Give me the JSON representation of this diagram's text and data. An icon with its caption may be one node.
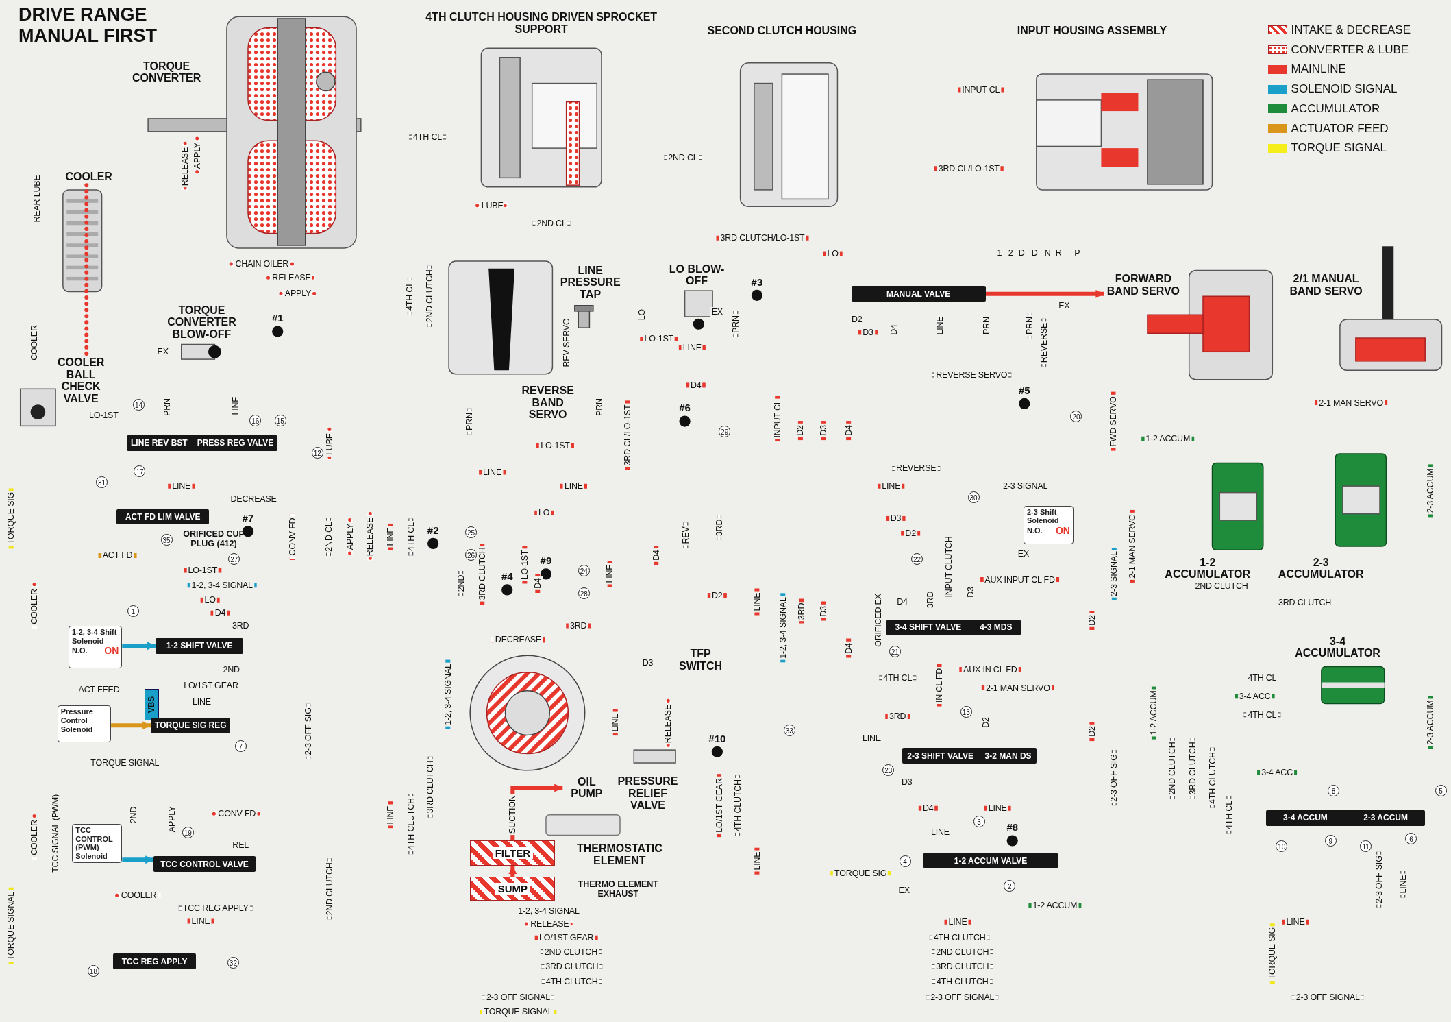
{
  "diagram": {
    "title": "DRIVE RANGE MANUAL FIRST",
    "nodes": [
      {
        "text": [
          "TORQUE CONVERTER"
        ]
      },
      {
        "text": [
          "4TH CLUTCH HOUSING DRIVEN SPROCKET SUPPORT"
        ]
      },
      {
        "text": [
          "SECOND CLUTCH HOUSING"
        ]
      },
      {
        "text": [
          "INPUT HOUSING ASSEMBLY"
        ]
      },
      {
        "text": [
          "COOLER"
        ]
      },
      {
        "text": [
          "COOLER BALL CHECK VALVE"
        ]
      },
      {
        "text": [
          "TORQUE CONVERTER BLOW-OFF"
        ]
      },
      {
        "text": [
          "REVERSE BAND SERVO"
        ]
      },
      {
        "text": [
          "LINE PRESSURE TAP"
        ]
      },
      {
        "text": [
          "LO BLOW-OFF"
        ]
      },
      {
        "text": [
          "MANUAL VALVE"
        ]
      },
      {
        "text": [
          "FORWARD BAND SERVO"
        ]
      },
      {
        "text": [
          "2/1 MANUAL BAND SERVO"
        ]
      },
      {
        "text": [
          "LINE REV BST",
          "PRESS REG VALVE"
        ]
      },
      {
        "text": [
          "ACT FD LIM VALVE"
        ]
      },
      {
        "text": [
          "1-2, 3-4 Shift Solenoid",
          "N.O.",
          "ON"
        ]
      },
      {
        "text": [
          "1-2 SHIFT VALVE"
        ]
      },
      {
        "text": [
          "Pressure Control Solenoid"
        ]
      },
      {
        "text": [
          "VBS"
        ]
      },
      {
        "text": [
          "TORQUE SIG REG"
        ]
      },
      {
        "text": [
          "TCC CONTROL (PWM) Solenoid"
        ]
      },
      {
        "text": [
          "TCC CONTROL VALVE"
        ]
      },
      {
        "text": [
          "TCC REG APPLY"
        ]
      },
      {
        "text": [
          "OIL PUMP"
        ]
      },
      {
        "text": [
          "FILTER"
        ]
      },
      {
        "text": [
          "SUMP"
        ]
      },
      {
        "text": [
          "THERMOSTATIC ELEMENT"
        ]
      },
      {
        "text": [
          "PRESSURE RELIEF VALVE"
        ]
      },
      {
        "text": [
          "TFP SWITCH"
        ]
      },
      {
        "text": [
          "2-3 Shift Solenoid",
          "N.O.",
          "ON"
        ]
      },
      {
        "text": [
          "3-4 SHIFT VALVE",
          "4-3 MDS"
        ]
      },
      {
        "text": [
          "2-3 SHIFT VALVE",
          "3-2 MAN DS"
        ]
      },
      {
        "text": [
          "1-2 ACCUM VALVE"
        ]
      },
      {
        "text": [
          "1-2 ACCUMULATOR"
        ]
      },
      {
        "text": [
          "2-3 ACCUMULATOR"
        ]
      },
      {
        "text": [
          "3-4 ACCUMULATOR"
        ]
      },
      {
        "text": [
          "3-4 ACCUM",
          "2-3 ACCUM"
        ]
      }
    ],
    "edges": [
      {
        "from": 4,
        "to": 5,
        "arrow": "none",
        "style": "dashed"
      },
      {
        "from": 10,
        "to": 11,
        "arrow": "to"
      },
      {
        "from": 15,
        "to": 16,
        "arrow": "to",
        "color": "#1a9fc9"
      },
      {
        "from": 17,
        "to": 19,
        "arrow": "to",
        "color": "#d9961a"
      },
      {
        "from": 20,
        "to": 21,
        "arrow": "to",
        "color": "#1a9fc9"
      },
      {
        "from": 25,
        "to": 24,
        "arrow": "to"
      },
      {
        "from": 24,
        "to": 23,
        "arrow": "to",
        "label": "SUCTION"
      }
    ],
    "labels": [
      "REAR LUBE",
      "COOLER",
      "TORQUE SIG",
      "COOLER",
      "COOLER",
      "TCC SIGNAL (PWM)",
      "TORQUE SIGNAL",
      "RELEASE",
      "APPLY",
      "CHAIN OILER",
      "RELEASE",
      "APPLY",
      "4TH CL",
      "LUBE",
      "2ND CL",
      "2ND CL",
      "INPUT CL",
      "3RD CL/LO-1ST",
      "3RD CLUTCH/LO-1ST",
      "LO",
      "1",
      "2",
      "D",
      "D",
      "N",
      "R",
      "P",
      "LO-1ST",
      "PRN",
      "LINE",
      "LUBE",
      "4TH CL",
      "2ND CLUTCH",
      "REV SERVO",
      "LO",
      "LO-1ST",
      "LINE",
      "PRN",
      "D2",
      "D3",
      "D4",
      "LINE",
      "PRN",
      "PRN",
      "REVERSE",
      "REVERSE SERVO",
      "D4",
      "FWD SERVO",
      "2-1 MAN SERVO",
      "INPUT CL",
      "D2",
      "D3",
      "D4",
      "PRN",
      "PRN",
      "3RD CL/LO-1ST",
      "LO-1ST",
      "REVERSE",
      "LINE",
      "LINE",
      "LINE",
      "LINE",
      "2-3 SIGNAL",
      "DECREASE",
      "ACT FD",
      "LO-1ST",
      "1-2, 3-4 SIGNAL",
      "LO",
      "D4",
      "3RD",
      "2ND",
      "LO/1ST GEAR",
      "ACT FEED",
      "LINE",
      "TORQUE SIGNAL",
      "CONV FD",
      "2ND CL",
      "APPLY",
      "RELEASE",
      "LINE",
      "4TH CL",
      "LO",
      "2ND",
      "3RD CLUTCH",
      "LO-1ST",
      "D4",
      "3RD",
      "DECREASE",
      "LINE",
      "REV",
      "3RD",
      "D4",
      "D2",
      "D3",
      "RELEASE",
      "D3",
      "D2",
      "LINE",
      "1-2, 3-4 SIGNAL",
      "3RD",
      "D3",
      "D4",
      "ORIFICED EX",
      "D4",
      "3RD",
      "INPUT CLUTCH",
      "D3",
      "AUX INPUT CL FD",
      "D2",
      "2-3 SIGNAL",
      "2-1 MAN SERVO",
      "4TH CL",
      "IN CL FD",
      "AUX IN CL FD",
      "2-1 MAN SERVO",
      "3RD",
      "LINE",
      "D2",
      "D3",
      "D4",
      "LINE",
      "LINE",
      "TORQUE SIG",
      "EX",
      "1-2 ACCUM",
      "D2",
      "2-3 OFF SIG",
      "1-2 ACCUM",
      "1-2 ACCUM",
      "2-3 ACCUM",
      "2-3 ACCUM",
      "2ND CLUTCH",
      "3RD CLUTCH",
      "4TH CL",
      "3-4 ACC",
      "4TH CL",
      "3-4 ACC",
      "2ND CLUTCH",
      "3RD CLUTCH",
      "4TH CLUTCH",
      "4TH CL",
      "2-3 OFF SIG",
      "LINE",
      "TORQUE SIG",
      "LINE",
      "LINE",
      "4TH CLUTCH",
      "2ND CLUTCH",
      "3RD CLUTCH",
      "4TH CLUTCH",
      "2-3 OFF SIGNAL",
      "2-3 OFF SIGNAL",
      "1-2, 3-4 SIGNAL",
      "RELEASE",
      "LO/1ST GEAR",
      "2ND CLUTCH",
      "3RD CLUTCH",
      "4TH CLUTCH",
      "2-3 OFF SIGNAL",
      "TORQUE SIGNAL",
      "LO/1ST GEAR",
      "4TH CLUTCH",
      "LINE",
      "2-3 OFF SIG",
      "2ND CLUTCH",
      "3RD CLUTCH",
      "4TH CLUTCH",
      "LINE",
      "1-2, 3-4 SIGNAL",
      "LINE",
      "CONV FD",
      "REL",
      "COOLER",
      "TCC REG APPLY",
      "LINE",
      "APPLY",
      "2ND",
      "THERMO ELEMENT EXHAUST",
      "ORIFICED CUP PLUG (412)",
      "EX",
      "EX",
      "EX",
      "EX",
      "14",
      "16",
      "15",
      "12",
      "31",
      "17",
      "35",
      "27",
      "1",
      "7",
      "19",
      "18",
      "32",
      "25",
      "26",
      "24",
      "28",
      "29",
      "22",
      "30",
      "20",
      "21",
      "23",
      "33",
      "13",
      "3",
      "4",
      "2",
      "8",
      "9",
      "10",
      "11",
      "5",
      "6",
      "#1",
      "#2",
      "#3",
      "#4",
      "#5",
      "#6",
      "#7",
      "#8",
      "#9",
      "#10"
    ],
    "legend": [
      {
        "text": "INTAKE & DECREASE"
      },
      {
        "text": "CONVERTER & LUBE"
      },
      {
        "text": "MAINLINE",
        "color": "#e8372c"
      },
      {
        "text": "SOLENOID SIGNAL",
        "color": "#1a9fc9"
      },
      {
        "text": "ACCUMULATOR",
        "color": "#1f8c3b"
      },
      {
        "text": "ACTUATOR FEED",
        "color": "#d9961a"
      },
      {
        "text": "TORQUE SIGNAL",
        "color": "#f5ee1a"
      }
    ]
  }
}
